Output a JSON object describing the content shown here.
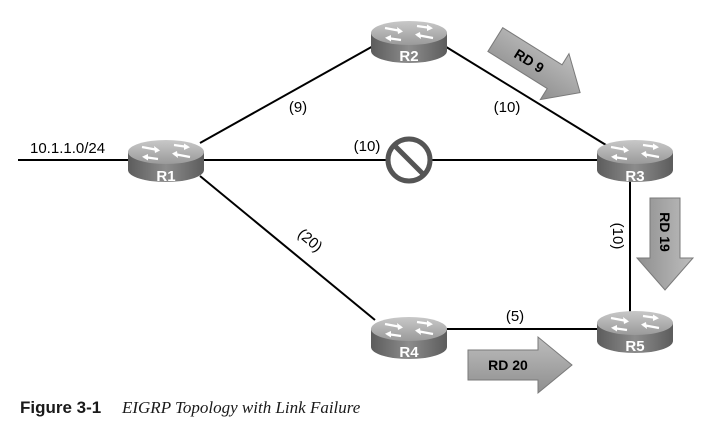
{
  "routers": {
    "r1": "R1",
    "r2": "R2",
    "r3": "R3",
    "r4": "R4",
    "r5": "R5"
  },
  "network_label": "10.1.1.0/24",
  "links": {
    "r1_r2": "(9)",
    "r2_r3": "(10)",
    "r1_r3": "(10)",
    "r1_r4": "(20)",
    "r4_r5": "(5)",
    "r3_r5": "(10)"
  },
  "rd_arrows": {
    "r2_r3": "RD 9",
    "r3_r5": "RD 19",
    "r4_r5": "RD 20"
  },
  "caption": {
    "figure": "Figure 3-1",
    "title": "EIGRP Topology with Link Failure"
  },
  "colors": {
    "router_body": "#7f7f7f",
    "router_top": "#b5b5b5",
    "link": "#000000",
    "arrow_fill": "#a6a6a6",
    "failure_symbol": "#555555"
  }
}
